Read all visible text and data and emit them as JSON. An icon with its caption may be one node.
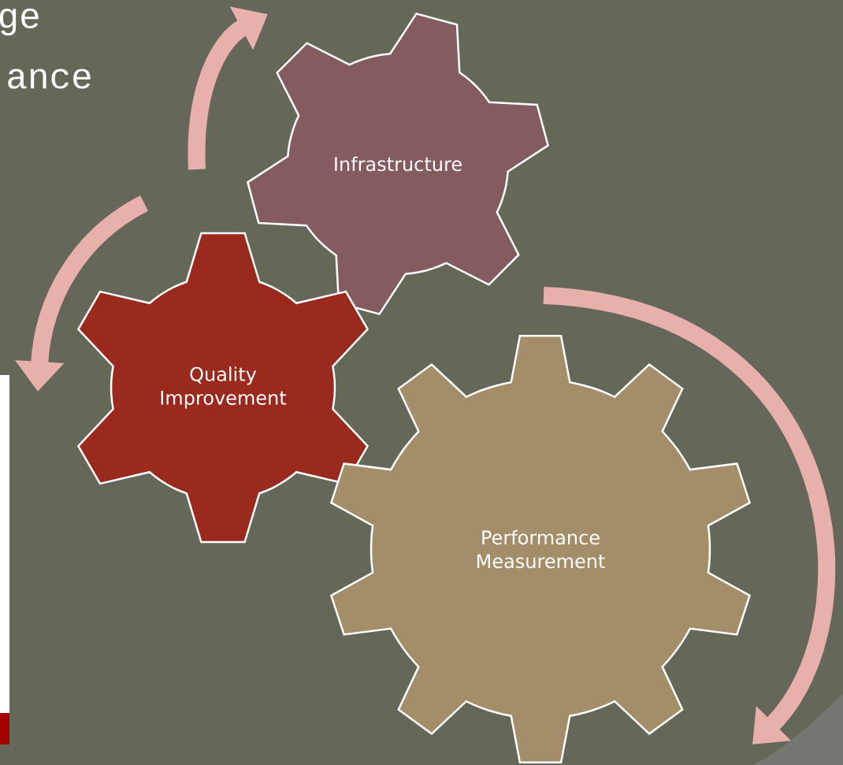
{
  "diagram": {
    "nodes": [
      {
        "text": [
          "Infrastructure"
        ]
      },
      {
        "text": [
          "Quality Improvement"
        ]
      },
      {
        "text": [
          "Performance Measurement"
        ]
      }
    ],
    "labels": [
      "ge",
      "ance"
    ]
  }
}
